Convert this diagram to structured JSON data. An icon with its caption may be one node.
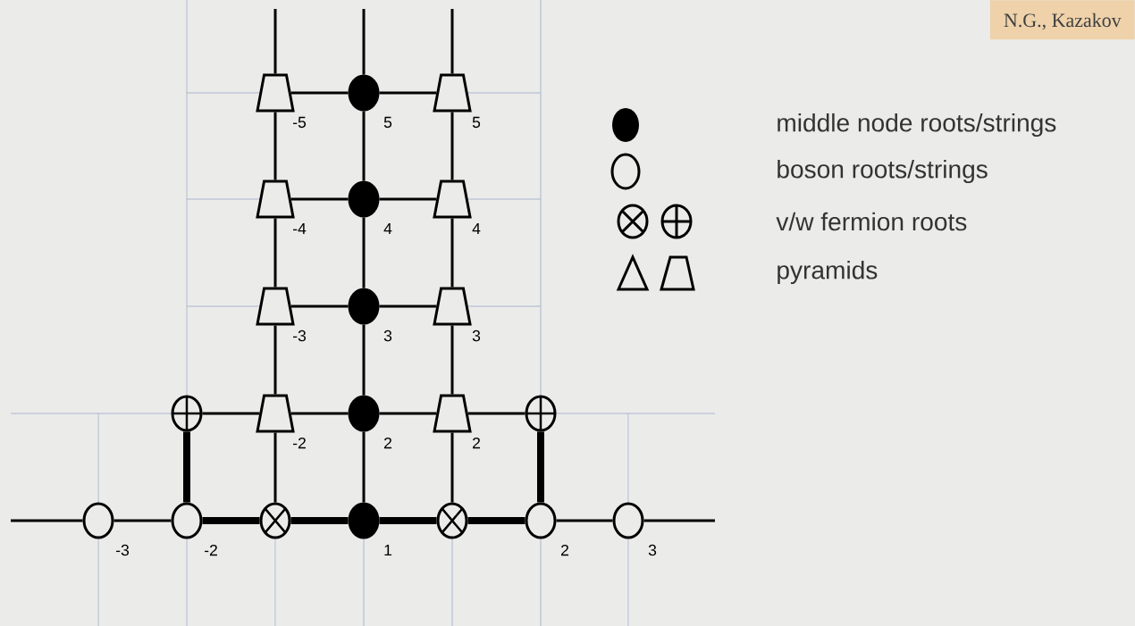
{
  "diagram": {
    "nodes": [
      {
        "text": [],
        "shape": "trapezoid",
        "beside": [
          "-5"
        ]
      },
      {
        "text": [],
        "shape": "dot",
        "beside": [
          "5"
        ]
      },
      {
        "text": [],
        "shape": "trapezoid",
        "beside": [
          "5"
        ]
      },
      {
        "text": [],
        "shape": "trapezoid",
        "beside": [
          "-4"
        ]
      },
      {
        "text": [],
        "shape": "dot",
        "beside": [
          "4"
        ]
      },
      {
        "text": [],
        "shape": "trapezoid",
        "beside": [
          "4"
        ]
      },
      {
        "text": [],
        "shape": "trapezoid",
        "beside": [
          "-3"
        ]
      },
      {
        "text": [],
        "shape": "dot",
        "beside": [
          "3"
        ]
      },
      {
        "text": [],
        "shape": "trapezoid",
        "beside": [
          "3"
        ]
      },
      {
        "text": [],
        "shape": "plus-circle"
      },
      {
        "text": [],
        "shape": "trapezoid",
        "beside": [
          "-2"
        ]
      },
      {
        "text": [],
        "shape": "dot",
        "beside": [
          "2"
        ]
      },
      {
        "text": [],
        "shape": "trapezoid",
        "beside": [
          "2"
        ]
      },
      {
        "text": [],
        "shape": "plus-circle"
      },
      {
        "text": [],
        "shape": "circle",
        "beside": [
          "-3"
        ]
      },
      {
        "text": [],
        "shape": "circle",
        "beside": [
          "-2"
        ]
      },
      {
        "text": [],
        "shape": "cross-circle"
      },
      {
        "text": [],
        "shape": "dot",
        "beside": [
          "1"
        ]
      },
      {
        "text": [],
        "shape": "cross-circle"
      },
      {
        "text": [],
        "shape": "circle",
        "beside": [
          "2"
        ]
      },
      {
        "text": [],
        "shape": "circle",
        "beside": [
          "3"
        ]
      }
    ],
    "edges": [
      {
        "from": 0,
        "to": null,
        "arrow": "none"
      },
      {
        "from": 1,
        "to": null,
        "arrow": "none"
      },
      {
        "from": 2,
        "to": null,
        "arrow": "none"
      },
      {
        "from": 0,
        "to": 1,
        "arrow": "none"
      },
      {
        "from": 1,
        "to": 2,
        "arrow": "none"
      },
      {
        "from": 0,
        "to": 3,
        "arrow": "none"
      },
      {
        "from": 1,
        "to": 4,
        "arrow": "none"
      },
      {
        "from": 2,
        "to": 5,
        "arrow": "none"
      },
      {
        "from": 3,
        "to": 4,
        "arrow": "none"
      },
      {
        "from": 4,
        "to": 5,
        "arrow": "none"
      },
      {
        "from": 3,
        "to": 6,
        "arrow": "none"
      },
      {
        "from": 4,
        "to": 7,
        "arrow": "none"
      },
      {
        "from": 5,
        "to": 8,
        "arrow": "none"
      },
      {
        "from": 6,
        "to": 7,
        "arrow": "none"
      },
      {
        "from": 7,
        "to": 8,
        "arrow": "none"
      },
      {
        "from": 6,
        "to": 10,
        "arrow": "none"
      },
      {
        "from": 7,
        "to": 11,
        "arrow": "none"
      },
      {
        "from": 8,
        "to": 12,
        "arrow": "none"
      },
      {
        "from": 9,
        "to": 10,
        "arrow": "none"
      },
      {
        "from": 10,
        "to": 11,
        "arrow": "none"
      },
      {
        "from": 11,
        "to": 12,
        "arrow": "none"
      },
      {
        "from": 12,
        "to": 13,
        "arrow": "none"
      },
      {
        "from": 9,
        "to": 15,
        "arrow": "none",
        "style": "thick"
      },
      {
        "from": 13,
        "to": 19,
        "arrow": "none",
        "style": "thick"
      },
      {
        "from": 10,
        "to": 16,
        "arrow": "none"
      },
      {
        "from": 11,
        "to": 17,
        "arrow": "none"
      },
      {
        "from": 12,
        "to": 18,
        "arrow": "none"
      },
      {
        "from": null,
        "to": 14,
        "arrow": "none"
      },
      {
        "from": 14,
        "to": 15,
        "arrow": "none"
      },
      {
        "from": 15,
        "to": 16,
        "arrow": "none",
        "style": "thick"
      },
      {
        "from": 16,
        "to": 17,
        "arrow": "none",
        "style": "thick"
      },
      {
        "from": 17,
        "to": 18,
        "arrow": "none",
        "style": "thick"
      },
      {
        "from": 18,
        "to": 19,
        "arrow": "none",
        "style": "thick"
      },
      {
        "from": 19,
        "to": 20,
        "arrow": "none"
      },
      {
        "from": 20,
        "to": null,
        "arrow": "none"
      }
    ],
    "labels": [
      "N.G., Kazakov"
    ],
    "legend": [
      {
        "text": "middle node roots/strings"
      },
      {
        "text": "boson roots/strings"
      },
      {
        "text": "v/w fermion roots"
      },
      {
        "text": "pyramids"
      }
    ]
  }
}
